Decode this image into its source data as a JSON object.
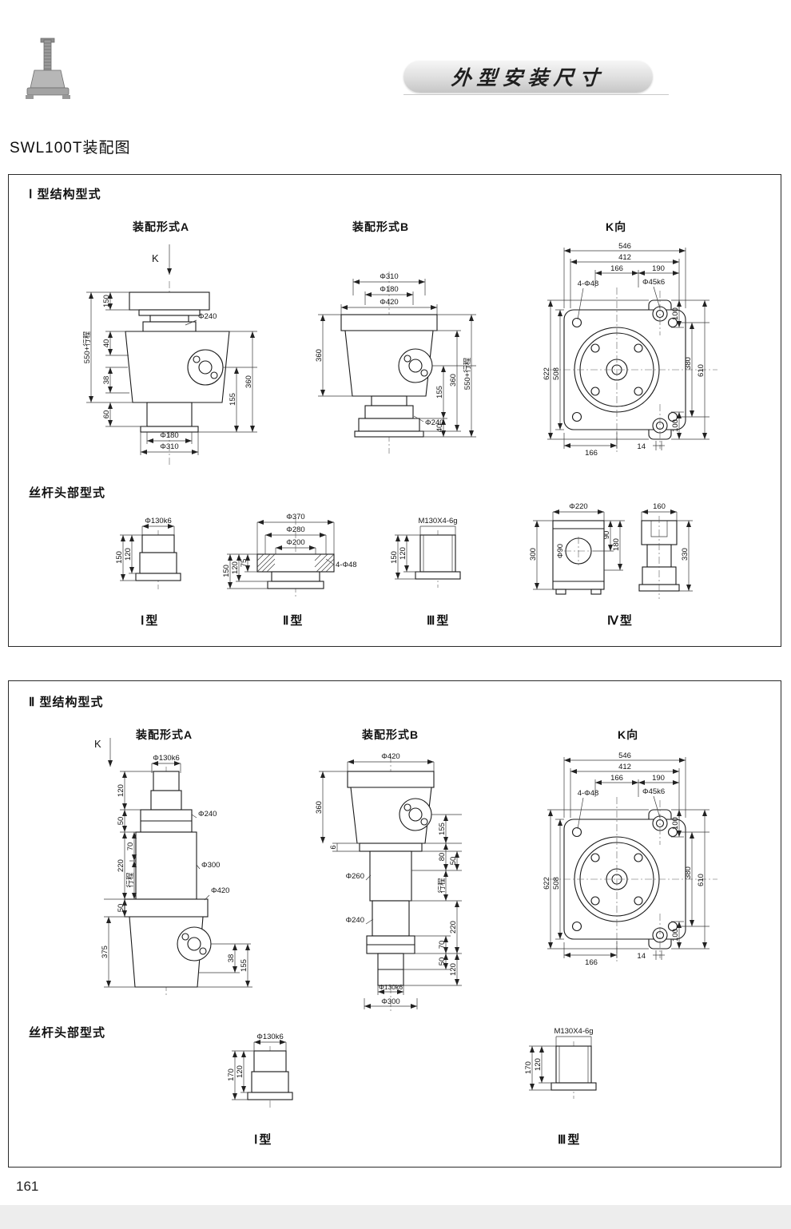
{
  "header": {
    "banner": "外型安装尺寸"
  },
  "page": {
    "title": "SWL100T装配图",
    "number": "161"
  },
  "s1": {
    "title": "Ⅰ 型结构型式",
    "a_title": "装配形式A",
    "b_title": "装配形式B",
    "k_title": "K向",
    "k_arrow": "K",
    "heads_title": "丝杆头部型式",
    "a": {
      "d150": "150",
      "d550": "550+行程",
      "d40": "40",
      "d38": "38",
      "d60": "60",
      "d360": "360",
      "d155": "155",
      "p240": "Φ240",
      "p180": "Φ180",
      "p310": "Φ310"
    },
    "b": {
      "p310": "Φ310",
      "p180": "Φ180",
      "p420": "Φ420",
      "d360l": "360",
      "d155": "155",
      "d40": "40",
      "d360r": "360",
      "d550": "550+行程",
      "p240": "Φ240"
    },
    "k": {
      "d546": "546",
      "d412": "412",
      "d166t": "166",
      "d190": "190",
      "p48": "4-Φ48",
      "p45": "Φ45k6",
      "d622": "622",
      "d508": "508",
      "d380": "380",
      "d610": "610",
      "d100t": "100",
      "d100b": "100",
      "d166b": "166",
      "d14": "14"
    },
    "h1": {
      "label": "Ⅰ型",
      "p130": "Φ130k6",
      "d150": "150",
      "d120": "120"
    },
    "h2": {
      "label": "Ⅱ型",
      "p370": "Φ370",
      "p280": "Φ280",
      "p200": "Φ200",
      "d150": "150",
      "d120": "120",
      "d75": "75",
      "p48": "4-Φ48"
    },
    "h3": {
      "label": "Ⅲ型",
      "thread": "M130X4-6g",
      "d150": "150",
      "d120": "120"
    },
    "h4": {
      "label": "Ⅳ型",
      "p220": "Φ220",
      "d160": "160",
      "p90": "Φ90",
      "d300": "300",
      "d90": "90",
      "d180": "180",
      "d330": "330"
    }
  },
  "s2": {
    "title": "Ⅱ 型结构型式",
    "a_title": "装配形式A",
    "b_title": "装配形式B",
    "k_title": "K向",
    "k_arrow": "K",
    "heads_title": "丝杆头部型式",
    "a": {
      "p130": "Φ130k6",
      "d120": "120",
      "d50a": "50",
      "d220": "220",
      "d70": "70",
      "stroke": "行程",
      "d50b": "50",
      "d375": "375",
      "p240": "Φ240",
      "p300": "Φ300",
      "p420": "Φ420",
      "d38": "38",
      "d155": "155"
    },
    "b": {
      "p420": "Φ420",
      "d360": "360",
      "d6": "6",
      "d155": "155",
      "d80": "80",
      "d50a": "50",
      "stroke": "行程",
      "d220": "220",
      "d70": "70",
      "d50b": "50",
      "d120": "120",
      "p260": "Φ260",
      "p240": "Φ240",
      "p130": "Φ130k6",
      "p300": "Φ300"
    },
    "k": {
      "d546": "546",
      "d412": "412",
      "d166t": "166",
      "d190": "190",
      "p48": "4-Φ48",
      "p45": "Φ45k6",
      "d622": "622",
      "d508": "508",
      "d380": "380",
      "d610": "610",
      "d100t": "100",
      "d100b": "100",
      "d166b": "166",
      "d14": "14"
    },
    "h1": {
      "label": "Ⅰ型",
      "p130": "Φ130k6",
      "d170": "170",
      "d120": "120"
    },
    "h3": {
      "label": "Ⅲ型",
      "thread": "M130X4-6g",
      "d170": "170",
      "d120": "120"
    }
  }
}
